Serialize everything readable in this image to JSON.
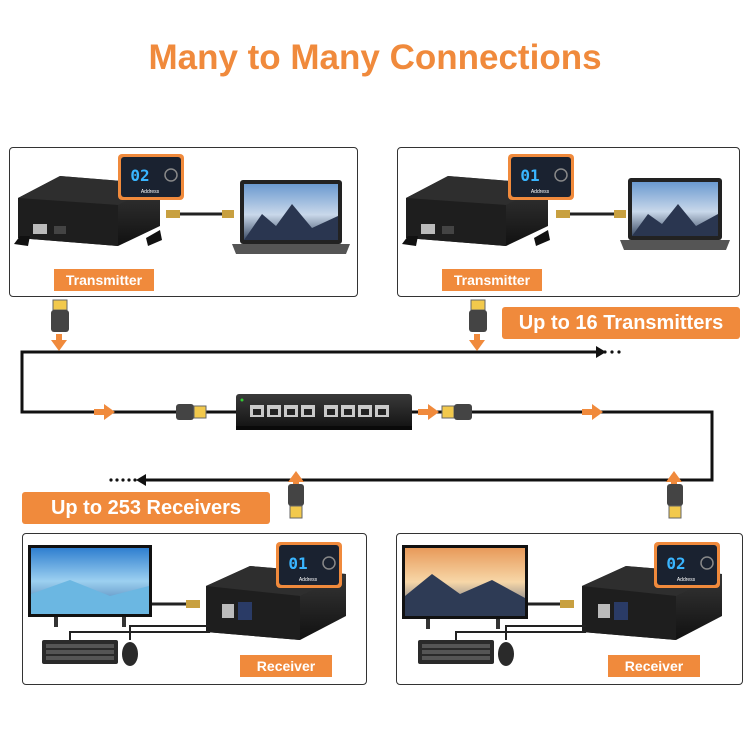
{
  "title": "Many to Many Connections",
  "callouts": {
    "transmitters": "Up to 16 Transmitters",
    "receivers": "Up to 253 Receivers"
  },
  "units": {
    "tx_left": {
      "label": "Transmitter",
      "address": "02",
      "address_caption": "Address"
    },
    "tx_right": {
      "label": "Transmitter",
      "address": "01",
      "address_caption": "Address"
    },
    "rx_left": {
      "label": "Receiver",
      "address": "01",
      "address_caption": "Address"
    },
    "rx_right": {
      "label": "Receiver",
      "address": "02",
      "address_caption": "Address"
    }
  },
  "colors": {
    "accent": "#f08a3c",
    "line": "#111111",
    "device": "#1b1b1b",
    "display_bg": "#1a2230",
    "display_digits": "#39b5ff"
  },
  "icons": [
    "laptop-icon",
    "monitor-icon",
    "keyboard-icon",
    "mouse-icon",
    "network-switch-icon",
    "ethernet-plug-icon",
    "hdmi-cable-icon",
    "arrow-icon"
  ]
}
